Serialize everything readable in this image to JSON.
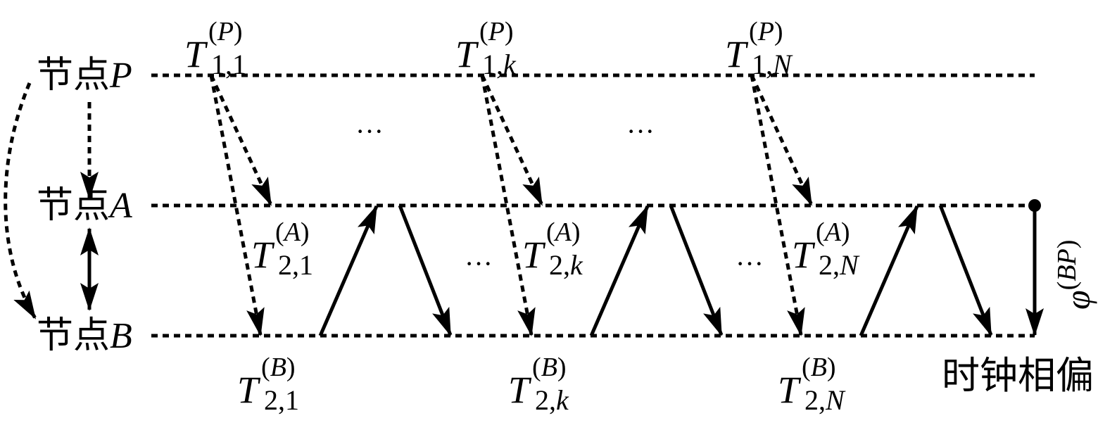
{
  "nodes": [
    {
      "prefix": "节点",
      "letter": "P"
    },
    {
      "prefix": "节点",
      "letter": "A"
    },
    {
      "prefix": "节点",
      "letter": "B"
    }
  ],
  "groups": [
    {
      "sub_p": [
        "1",
        "1"
      ],
      "sub_a": [
        "2",
        "1"
      ],
      "sub_b": [
        "2",
        "1"
      ]
    },
    {
      "sub_p": [
        "1",
        "k"
      ],
      "sub_a": [
        "2",
        "k"
      ],
      "sub_b": [
        "2",
        "k"
      ]
    },
    {
      "sub_p": [
        "1",
        "N"
      ],
      "sub_a": [
        "2",
        "N"
      ],
      "sub_b": [
        "2",
        "N"
      ]
    }
  ],
  "timestamp_symbol": "T",
  "ellipsis": "···",
  "phase_offset": {
    "symbol": "φ",
    "superscript": "BP",
    "caption": "时钟相偏"
  }
}
